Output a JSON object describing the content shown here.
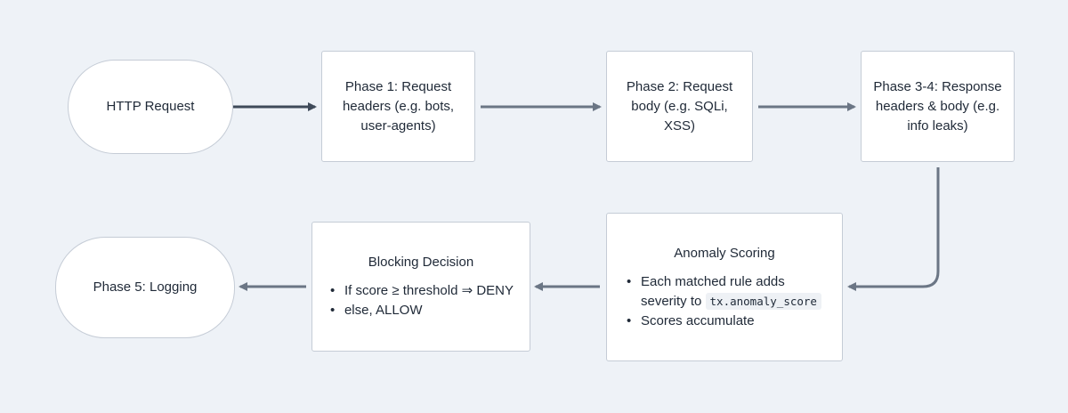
{
  "nodes": {
    "http_request": {
      "label": "HTTP Request"
    },
    "phase1": {
      "label": "Phase 1: Request headers (e.g. bots, user-agents)"
    },
    "phase2": {
      "label": "Phase 2: Request body (e.g. SQLi, XSS)"
    },
    "phase34": {
      "label": "Phase 3-4: Response headers & body (e.g. info leaks)"
    },
    "anomaly": {
      "title": "Anomaly Scoring",
      "bullet1_prefix": "Each matched rule adds severity to",
      "bullet1_code": "tx.anomaly_score",
      "bullet2": "Scores accumulate"
    },
    "blocking": {
      "title": "Blocking Decision",
      "bullet1": "If score ≥ threshold ⇒ DENY",
      "bullet2": "else, ALLOW"
    },
    "phase5": {
      "label": "Phase 5: Logging"
    }
  },
  "colors": {
    "background": "#eef2f7",
    "node_fill": "#ffffff",
    "node_border": "#c5ccd6",
    "arrow_primary": "#3f4a59",
    "arrow_secondary": "#6b7685"
  }
}
